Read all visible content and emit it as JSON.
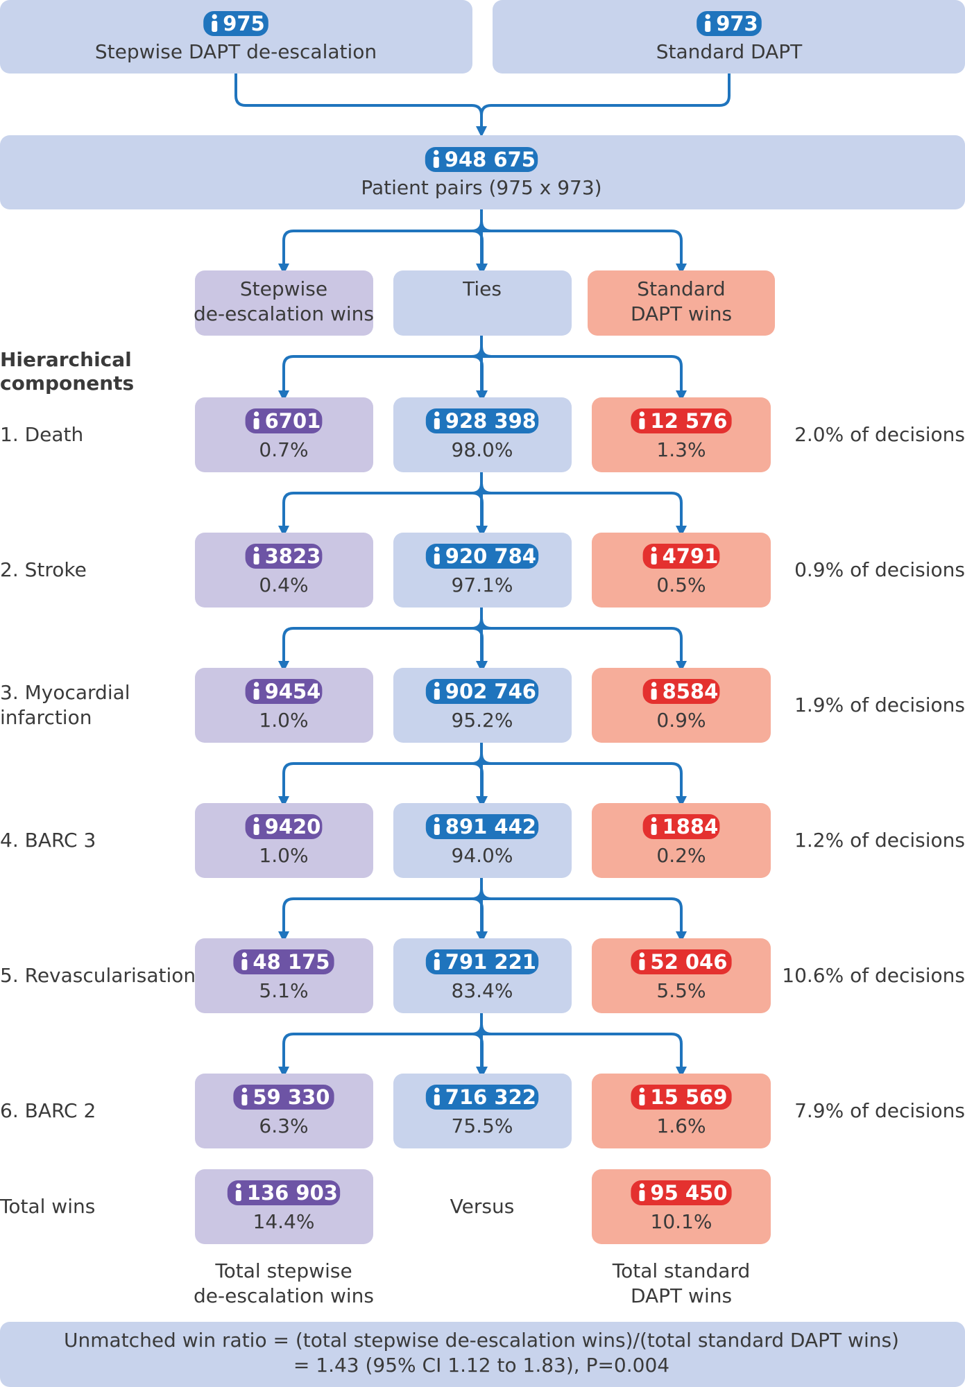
{
  "colors": {
    "blue_box": "#c8d3ec",
    "purple_box": "#cbc6e3",
    "red_box": "#f6ad9a",
    "blue_badge": "#1f74bd",
    "purple_badge": "#6d54a5",
    "red_badge": "#e4312f",
    "connector": "#1f74bd"
  },
  "arms": {
    "left": {
      "count": "975",
      "label": "Stepwise DAPT de-escalation"
    },
    "right": {
      "count": "973",
      "label": "Standard DAPT"
    }
  },
  "pairs": {
    "count": "948 675",
    "label": "Patient pairs (975 x 973)"
  },
  "categories": {
    "left": [
      "Stepwise",
      "de-escalation wins"
    ],
    "mid": [
      "Ties"
    ],
    "right": [
      "Standard",
      "DAPT wins"
    ]
  },
  "hierarchy_title": [
    "Hierarchical",
    "components"
  ],
  "components": [
    {
      "label": [
        "1. Death"
      ],
      "left": {
        "count": "6701",
        "pct": "0.7%"
      },
      "mid": {
        "count": "928 398",
        "pct": "98.0%"
      },
      "right": {
        "count": "12 576",
        "pct": "1.3%"
      },
      "decisions": "2.0% of decisions"
    },
    {
      "label": [
        "2. Stroke"
      ],
      "left": {
        "count": "3823",
        "pct": "0.4%"
      },
      "mid": {
        "count": "920 784",
        "pct": "97.1%"
      },
      "right": {
        "count": "4791",
        "pct": "0.5%"
      },
      "decisions": "0.9% of decisions"
    },
    {
      "label": [
        "3. Myocardial",
        "infarction"
      ],
      "left": {
        "count": "9454",
        "pct": "1.0%"
      },
      "mid": {
        "count": "902 746",
        "pct": "95.2%"
      },
      "right": {
        "count": "8584",
        "pct": "0.9%"
      },
      "decisions": "1.9% of decisions"
    },
    {
      "label": [
        "4. BARC 3"
      ],
      "left": {
        "count": "9420",
        "pct": "1.0%"
      },
      "mid": {
        "count": "891 442",
        "pct": "94.0%"
      },
      "right": {
        "count": "1884",
        "pct": "0.2%"
      },
      "decisions": "1.2% of decisions"
    },
    {
      "label": [
        "5. Revascularisation"
      ],
      "left": {
        "count": "48 175",
        "pct": "5.1%"
      },
      "mid": {
        "count": "791 221",
        "pct": "83.4%"
      },
      "right": {
        "count": "52 046",
        "pct": "5.5%"
      },
      "decisions": "10.6% of decisions"
    },
    {
      "label": [
        "6. BARC 2"
      ],
      "left": {
        "count": "59 330",
        "pct": "6.3%"
      },
      "mid": {
        "count": "716 322",
        "pct": "75.5%"
      },
      "right": {
        "count": "15 569",
        "pct": "1.6%"
      },
      "decisions": "7.9% of decisions"
    }
  ],
  "totals": {
    "label": "Total wins",
    "versus": "Versus",
    "left": {
      "count": "136 903",
      "pct": "14.4%",
      "caption": [
        "Total stepwise",
        "de-escalation wins"
      ]
    },
    "right": {
      "count": "95 450",
      "pct": "10.1%",
      "caption": [
        "Total standard",
        "DAPT wins"
      ]
    }
  },
  "result": [
    "Unmatched win ratio = (total stepwise de-escalation wins)/(total standard DAPT wins)",
    "= 1.43 (95% CI 1.12 to 1.83), P=0.004"
  ]
}
